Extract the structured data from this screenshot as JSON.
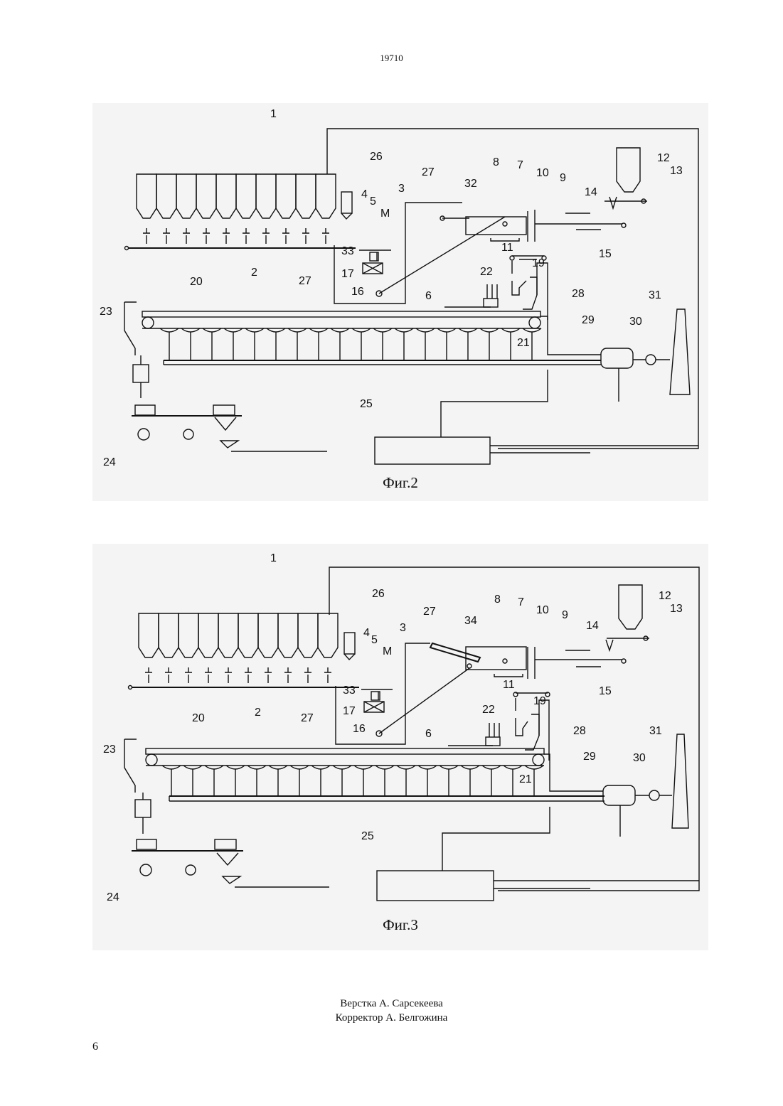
{
  "page": {
    "number_top": "19710",
    "number_bottom": "6"
  },
  "figures": [
    {
      "id": "fig2",
      "caption": "Фиг.2",
      "labels": [
        "1",
        "26",
        "8",
        "7",
        "10",
        "9",
        "12",
        "13",
        "14",
        "27",
        "32",
        "3",
        "4",
        "5",
        "M",
        "2",
        "33",
        "17",
        "16",
        "27",
        "6",
        "11",
        "19",
        "15",
        "20",
        "23",
        "22",
        "28",
        "31",
        "29",
        "30",
        "21",
        "25",
        "24"
      ]
    },
    {
      "id": "fig3",
      "caption": "Фиг.3",
      "labels": [
        "1",
        "26",
        "8",
        "7",
        "10",
        "9",
        "12",
        "13",
        "14",
        "27",
        "34",
        "3",
        "4",
        "5",
        "M",
        "2",
        "33",
        "17",
        "16",
        "27",
        "6",
        "11",
        "19",
        "15",
        "20",
        "23",
        "22",
        "28",
        "31",
        "29",
        "30",
        "21",
        "25",
        "24"
      ]
    }
  ],
  "credits": {
    "line1": "Верстка А. Сарсекеева",
    "line2": "Корректор А. Белгожина"
  }
}
